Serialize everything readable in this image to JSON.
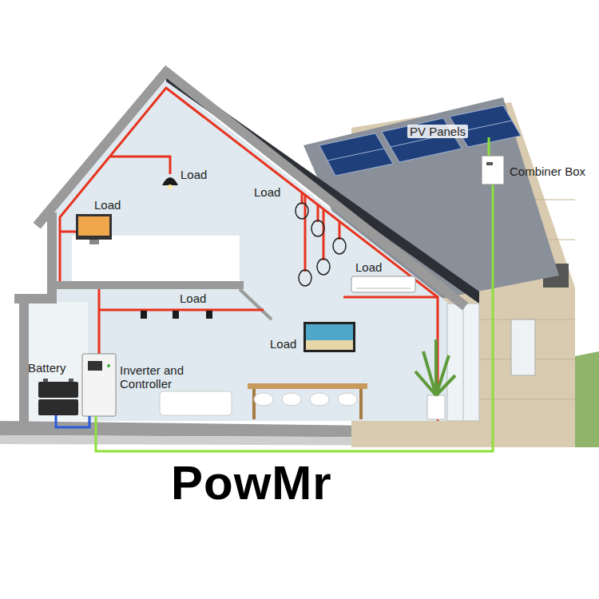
{
  "diagram": {
    "labels": [
      "PV Panels",
      "Combiner Box",
      "Load",
      "Load",
      "Load",
      "Load",
      "Load",
      "Load",
      "Battery",
      "Inverter and Controller",
      "PowMr"
    ]
  }
}
